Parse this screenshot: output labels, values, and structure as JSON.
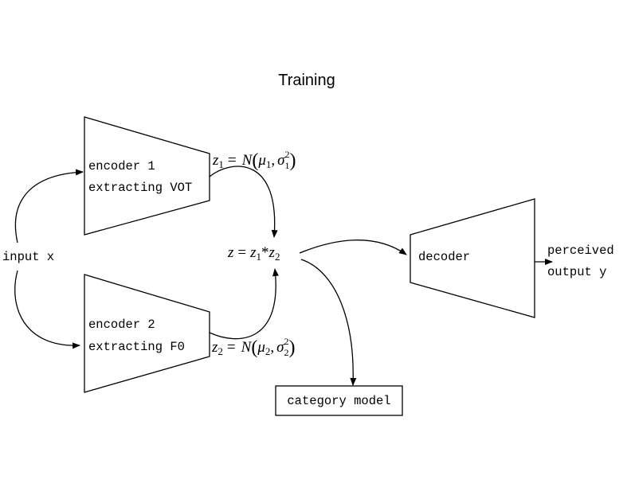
{
  "title": "Training",
  "nodes": {
    "input": "input x",
    "encoder1": {
      "line1": "encoder 1",
      "line2": "extracting VOT"
    },
    "encoder2": {
      "line1": "encoder 2",
      "line2": "extracting F0"
    },
    "decoder": "decoder",
    "category_model": "category model",
    "output": {
      "line1": "perceived",
      "line2": "output y"
    }
  },
  "equations": {
    "z1": {
      "lhs": "z",
      "lhs_sub": "1",
      "eq": "=",
      "dist": "N",
      "mu": "μ",
      "mu_sub": "1",
      "sigma": "σ",
      "sigma_sup": "2",
      "sigma_sub": "1"
    },
    "z2": {
      "lhs": "z",
      "lhs_sub": "2",
      "eq": "=",
      "dist": "N",
      "mu": "μ",
      "mu_sub": "2",
      "sigma": "σ",
      "sigma_sup": "2",
      "sigma_sub": "2"
    },
    "z": {
      "lhs": "z",
      "eq": "=",
      "a": "z",
      "a_sub": "1",
      "op": "*",
      "b": "z",
      "b_sub": "2"
    }
  }
}
